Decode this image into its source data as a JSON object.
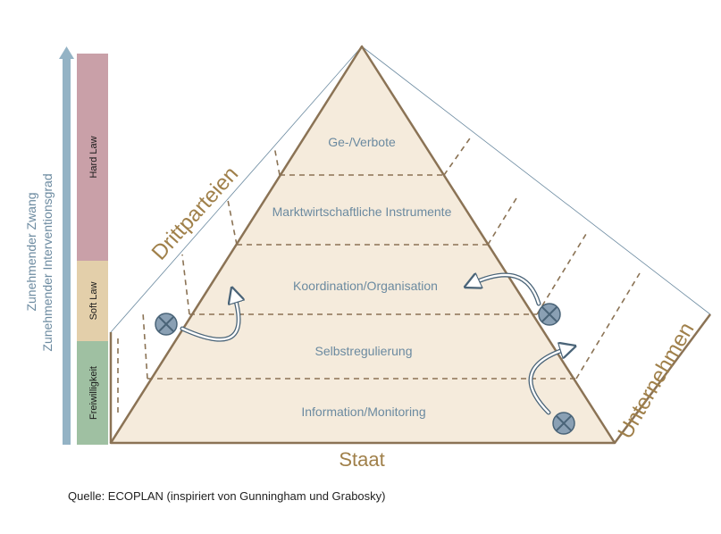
{
  "levels": [
    "Ge-/Verbote",
    "Marktwirtschaftliche Instrumente",
    "Koordination/Organisation",
    "Selbstregulierung",
    "Information/Monitoring"
  ],
  "intensity": {
    "hard_law": "Hard Law",
    "soft_law": "Soft Law",
    "freiwilligkeit": "Freiwilligkeit",
    "axis_line1": "Zunehmender Zwang",
    "axis_line2": "Zunehmender Interventionsgrad"
  },
  "faces": {
    "left": "Drittparteien",
    "right": "Unternehmen",
    "base": "Staat"
  },
  "source": "Quelle: ECOPLAN (inspiriert von Gunningham und Grabosky)",
  "colors": {
    "hard_law": "#c9a0a8",
    "soft_law": "#e3cfaa",
    "freiwilligkeit": "#9fc0a2",
    "pyramid_fill": "#f5ebdc",
    "pyramid_edge": "#8b7355",
    "face_label": "#a0804a",
    "level_text": "#6b8aa0"
  }
}
